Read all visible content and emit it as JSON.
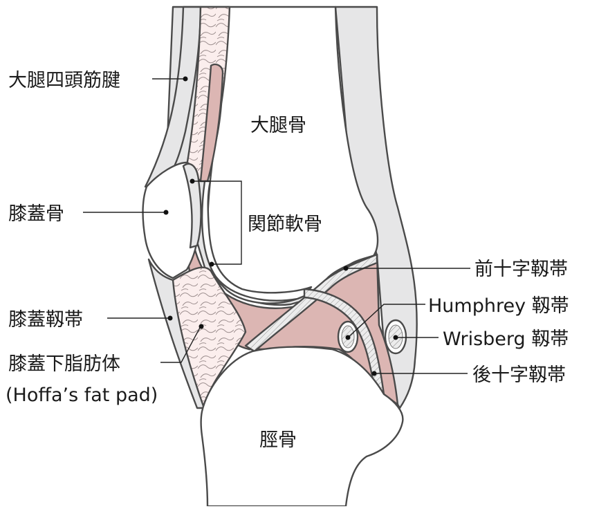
{
  "colors": {
    "bone": "#ffffff",
    "cortex": "#e6e6e7",
    "cartilage": "#dcb6b3",
    "fat": "#fbeeed",
    "outline": "#4a4a4a",
    "ligament_fiber": "#8c8c8c"
  },
  "labels": {
    "quadriceps_tendon": "大腿四頭筋腱",
    "patella": "膝蓋骨",
    "patellar_ligament": "膝蓋靱帯",
    "infrapatellar_fat_pad": "膝蓋下脂肪体",
    "hoffa": "(Hoffa’s fat pad)",
    "femur": "大腿骨",
    "articular_cartilage": "関節軟骨",
    "acl": "前十字靱帯",
    "humphrey": "Humphrey 靱帯",
    "wrisberg": "Wrisberg 靱帯",
    "pcl": "後十字靱帯",
    "tibia": "脛骨"
  }
}
